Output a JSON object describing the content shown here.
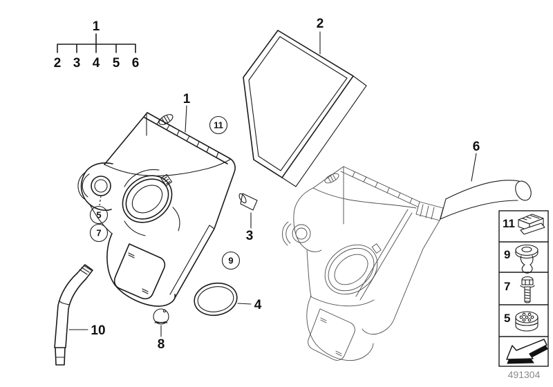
{
  "canvas": {
    "background": "#ffffff",
    "line_color": "#1a1a1a",
    "secondary_line_color": "#4a4a4a",
    "ref_color": "#8a8a8a"
  },
  "legend_tree": {
    "root": "1",
    "children": [
      "2",
      "3",
      "4",
      "5",
      "6"
    ]
  },
  "callouts": {
    "housing": "1",
    "filter": "2",
    "elbow_hose": "3",
    "o_ring": "4",
    "air_duct": "6",
    "plug": "8",
    "vent_hose": "10",
    "circled_clip": "11",
    "circled_mount": "5",
    "circled_screw": "7",
    "circled_plug": "9"
  },
  "parts_panel": {
    "items": [
      {
        "number": "11",
        "icon": "retaining-clip-icon"
      },
      {
        "number": "9",
        "icon": "grommet-plug-icon"
      },
      {
        "number": "7",
        "icon": "hex-bolt-icon"
      },
      {
        "number": "5",
        "icon": "rubber-mount-icon"
      },
      {
        "number": "",
        "icon": "direction-arrow-icon"
      }
    ]
  },
  "footer": {
    "diagram_number": "491304"
  }
}
